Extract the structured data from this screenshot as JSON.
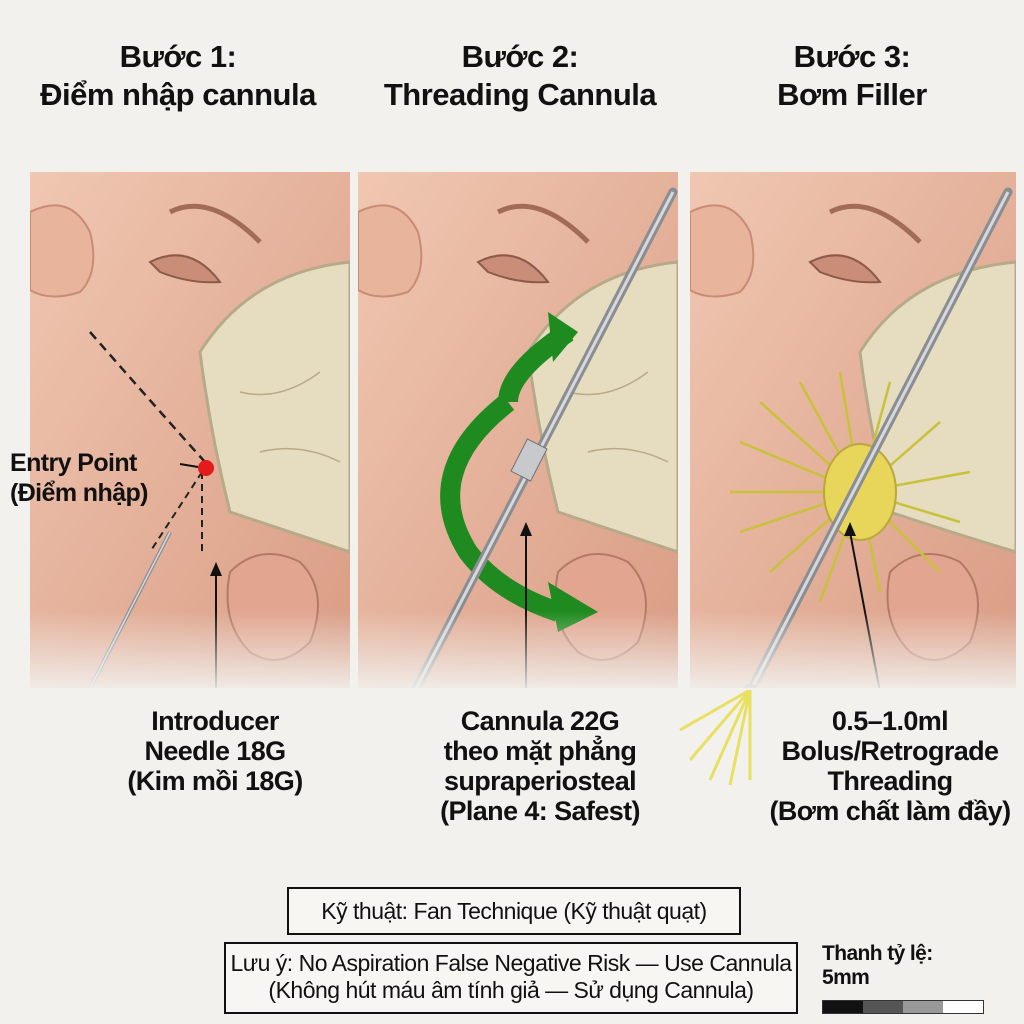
{
  "steps": [
    {
      "line1": "Bước 1:",
      "line2": "Điểm nhập cannula"
    },
    {
      "line1": "Bước 2:",
      "line2": "Threading Cannula"
    },
    {
      "line1": "Bước 3:",
      "line2": "Bơm Filler"
    }
  ],
  "labels": {
    "entry": [
      "Entry Point",
      "(Điểm nhập)"
    ],
    "needle": [
      "Introducer",
      "Needle 18G",
      "(Kim mồi 18G)"
    ],
    "cannula": [
      "Cannula 22G",
      "theo mặt phẳng",
      "supraperiosteal",
      "(Plane 4: Safest)"
    ],
    "bolus": [
      "0.5–1.0ml",
      "Bolus/Retrograde",
      "Threading",
      "(Bơm chất làm đầy)"
    ]
  },
  "technique": "Kỹ thuật: Fan Technique (Kỹ thuật quạt)",
  "note": [
    "Lưu ý: No Aspiration False Negative Risk — Use Cannula",
    "(Không hút máu âm tính giả — Sử dụng Cannula)"
  ],
  "scale": {
    "label": "Thanh tỷ lệ: 5mm"
  },
  "colors": {
    "skin": "#e7b7a0",
    "bone": "#e6dcc0",
    "entry_dot": "#e31b1b",
    "arrow_green": "#1f8a1f",
    "spray": "#e9e060",
    "filler": "#e7d65a"
  }
}
